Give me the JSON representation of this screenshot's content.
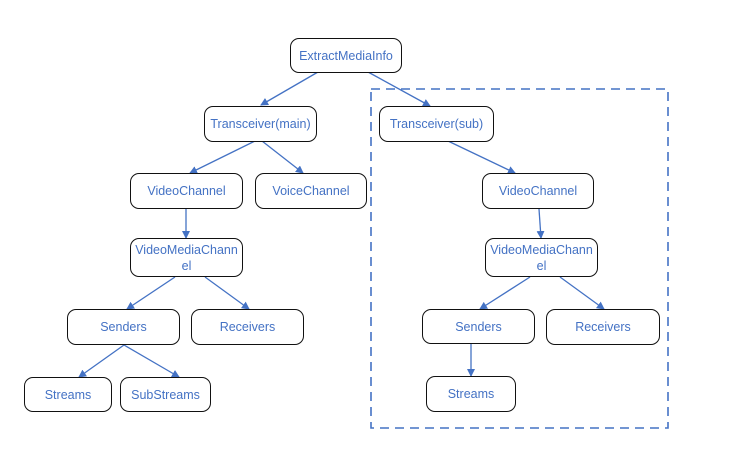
{
  "diagram": {
    "nodes": {
      "extract": "ExtractMediaInfo",
      "trans_main": "Transceiver(main)",
      "trans_sub": "Transceiver(sub)",
      "video_channel_main": "VideoChannel",
      "voice_channel": "VoiceChannel",
      "video_channel_sub": "VideoChannel",
      "vmc_main": "VideoMediaChannel",
      "vmc_sub": "VideoMediaChannel",
      "senders_main": "Senders",
      "receivers_main": "Receivers",
      "senders_sub": "Senders",
      "receivers_sub": "Receivers",
      "streams_main": "Streams",
      "substreams_main": "SubStreams",
      "streams_sub": "Streams"
    },
    "colors": {
      "edge": "#4472c4",
      "node_text": "#4472c4",
      "node_border": "#111111",
      "group_border": "#4472c4"
    }
  }
}
